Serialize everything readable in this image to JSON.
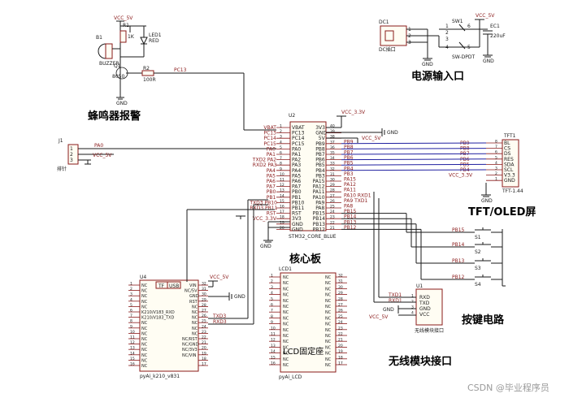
{
  "headings": {
    "buzzer": "蜂鸣器报警",
    "power": "电源输入口",
    "core": "核心板",
    "tft": "TFT/OLED屏",
    "keys": "按键电路",
    "wireless": "无线模块接口"
  },
  "watermark": "CSDN @毕业程序员",
  "buzzer": {
    "vcc": "VCC_5V",
    "refs": [
      "B1",
      "R1",
      "LED1",
      "Q1",
      "R2"
    ],
    "values": [
      "BUZZER",
      "1K",
      "RED",
      "8050",
      "100R"
    ],
    "net": "PC13"
  },
  "power": {
    "dc": "DC1",
    "dc_name": "DC插口",
    "sw": "SW1",
    "sw_name": "SW-DPDT",
    "cap": "EC1",
    "cap_val": "220uF",
    "vcc": "VCC_5V"
  },
  "j1": {
    "ref": "J1",
    "name": "排针",
    "pins": [
      "1",
      "2",
      "3"
    ],
    "nets": [
      "PA0",
      "VCC_5V"
    ]
  },
  "u2": {
    "ref": "U2",
    "name": "STM32_CORE_BLUE",
    "left_pins": [
      {
        "net": "VBAT",
        "pin": "VBAT",
        "num": "1"
      },
      {
        "net": "PC13",
        "pin": "PC13",
        "num": "2"
      },
      {
        "net": "PC14",
        "pin": "PC14",
        "num": "3"
      },
      {
        "net": "PC15",
        "pin": "PC15",
        "num": "4"
      },
      {
        "net": "PA0",
        "pin": "PA0",
        "num": "5"
      },
      {
        "net": "PA1",
        "pin": "PA1",
        "num": "6"
      },
      {
        "net": "TXD2 PA2",
        "pin": "PA2",
        "num": "7"
      },
      {
        "net": "RXD2 PA3",
        "pin": "PA3",
        "num": "8"
      },
      {
        "net": "PA4",
        "pin": "PA4",
        "num": "9"
      },
      {
        "net": "PA5",
        "pin": "PA5",
        "num": "10"
      },
      {
        "net": "PA6",
        "pin": "PA6",
        "num": "11"
      },
      {
        "net": "PA7",
        "pin": "PA7",
        "num": "12"
      },
      {
        "net": "PB0",
        "pin": "PB0",
        "num": "13"
      },
      {
        "net": "PB1",
        "pin": "PB1",
        "num": "14"
      },
      {
        "net": "TXD3 PB10",
        "pin": "PB10",
        "num": "15"
      },
      {
        "net": "RXD3 PB11",
        "pin": "PB11",
        "num": "16"
      },
      {
        "net": "RST",
        "pin": "RST",
        "num": "17"
      },
      {
        "net": "VCC_3.3V",
        "pin": "3V3",
        "num": "18"
      },
      {
        "net": "",
        "pin": "GND",
        "num": "19"
      },
      {
        "net": "",
        "pin": "GND",
        "num": "20"
      }
    ],
    "right_pins": [
      {
        "pin": "3V3",
        "num": "40",
        "net": "VCC_3.3V"
      },
      {
        "pin": "GND",
        "num": "39",
        "net": ""
      },
      {
        "pin": "5V",
        "num": "38",
        "net": "VCC_5V"
      },
      {
        "pin": "PB9",
        "num": "37",
        "net": "PB9"
      },
      {
        "pin": "PB8",
        "num": "36",
        "net": "PB8"
      },
      {
        "pin": "PB7",
        "num": "35",
        "net": "PB7"
      },
      {
        "pin": "PB6",
        "num": "34",
        "net": "PB6"
      },
      {
        "pin": "PB5",
        "num": "33",
        "net": "PB5"
      },
      {
        "pin": "PB4",
        "num": "32",
        "net": "PB4"
      },
      {
        "pin": "PB3",
        "num": "31",
        "net": "PB3"
      },
      {
        "pin": "PA15",
        "num": "30",
        "net": "PA15"
      },
      {
        "pin": "PA12",
        "num": "29",
        "net": "PA12"
      },
      {
        "pin": "PA11",
        "num": "28",
        "net": "PA11"
      },
      {
        "pin": "PA10",
        "num": "27",
        "net": "PA10 RXD1"
      },
      {
        "pin": "PA9",
        "num": "26",
        "net": "PA9 TXD1"
      },
      {
        "pin": "PA8",
        "num": "25",
        "net": "PA8"
      },
      {
        "pin": "PB15",
        "num": "24",
        "net": "PB15"
      },
      {
        "pin": "PB14",
        "num": "23",
        "net": "PB14"
      },
      {
        "pin": "PB13",
        "num": "22",
        "net": "PB13"
      },
      {
        "pin": "PB12",
        "num": "21",
        "net": "PB12"
      }
    ]
  },
  "tft1": {
    "ref": "TFT1",
    "name": "TFT-1.44",
    "pins": [
      {
        "net": "PB9",
        "pin": "BL",
        "num": "8"
      },
      {
        "net": "PB8",
        "pin": "CS",
        "num": "7"
      },
      {
        "net": "PB7",
        "pin": "DS",
        "num": "6"
      },
      {
        "net": "PB6",
        "pin": "RES",
        "num": "5"
      },
      {
        "net": "PB5",
        "pin": "SDA",
        "num": "4"
      },
      {
        "net": "PB4",
        "pin": "SCL",
        "num": "3"
      },
      {
        "net": "VCC_3.3V",
        "pin": "V3.3",
        "num": "2"
      },
      {
        "net": "",
        "pin": "GND",
        "num": "1"
      }
    ]
  },
  "keys": [
    {
      "net": "PB15",
      "ref": "S1"
    },
    {
      "net": "PB14",
      "ref": "S2"
    },
    {
      "net": "PB13",
      "ref": "S3"
    },
    {
      "net": "PB12",
      "ref": "S4"
    }
  ],
  "u1": {
    "ref": "U1",
    "name": "无线模块接口",
    "pins": [
      {
        "pin": "RXD",
        "num": "1",
        "net": "TXD1"
      },
      {
        "pin": "TXD",
        "num": "2",
        "net": "RXD1"
      },
      {
        "pin": "GND",
        "num": "3",
        "net": "GND"
      },
      {
        "pin": "VCC",
        "num": "4",
        "net": "VCC_5V"
      }
    ]
  },
  "u4": {
    "ref": "U4",
    "name": "pyAi_k210_v831",
    "left": [
      "NC",
      "NC",
      "NC",
      "NC",
      "NC",
      "K210/V183_RXD",
      "K210/V183_TXD",
      "NC",
      "NC",
      "NC",
      "NC",
      "NC",
      "NC",
      "NC",
      "NC",
      "NC"
    ],
    "left_nums": [
      "1",
      "2",
      "3",
      "4",
      "5",
      "6",
      "7",
      "8",
      "9",
      "10",
      "11",
      "12",
      "13",
      "14",
      "15",
      "16"
    ],
    "right": [
      "VIN",
      "NC/5V",
      "GND",
      "RST",
      "NC",
      "NC",
      "NC",
      "NC",
      "NC",
      "NC",
      "NC/RST",
      "NC/GND",
      "NC/3V3",
      "NC/VIN"
    ],
    "right_nums": [
      "32",
      "31",
      "30",
      "29",
      "28",
      "27",
      "26",
      "25",
      "24",
      "23",
      "22",
      "21",
      "20",
      "19",
      "18",
      "17"
    ],
    "tf": "TF",
    "usb": "USB",
    "vcc": "VCC_5V",
    "tx": "TXD3",
    "rx": "RXD3"
  },
  "lcd1": {
    "ref": "LCD1",
    "name": "pyAi_LCD",
    "label": "LCD固定座",
    "left_nums": [
      "1",
      "2",
      "3",
      "4",
      "5",
      "6",
      "7",
      "8",
      "9",
      "10",
      "11",
      "12",
      "13",
      "14",
      "15",
      "16"
    ],
    "right_nums": [
      "32",
      "31",
      "30",
      "29",
      "28",
      "27",
      "26",
      "25",
      "24",
      "23",
      "22",
      "21",
      "20",
      "19",
      "18",
      "17"
    ],
    "pin_text": "NC"
  }
}
